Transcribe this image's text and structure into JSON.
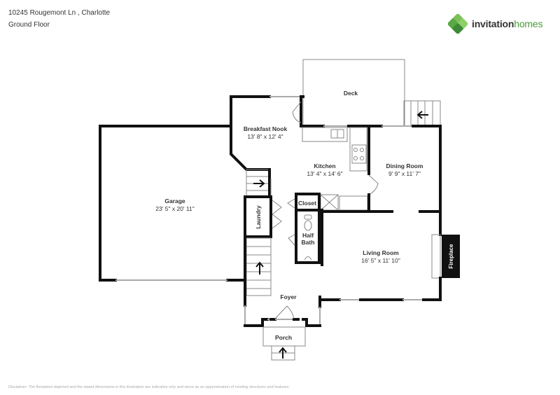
{
  "header": {
    "address": "10245 Rougemont Ln , Charlotte",
    "floor": "Ground Floor"
  },
  "brand": {
    "name_part1": "invitation",
    "name_part2": "homes",
    "icon": "green-clover-logo-icon",
    "colors": {
      "dark_green": "#3d8a35",
      "light_green": "#7cc05a",
      "text": "#333333"
    }
  },
  "rooms": {
    "deck": {
      "name": "Deck"
    },
    "breakfast_nook": {
      "name": "Breakfast Nook",
      "dims": "13' 8\" x 12' 4\""
    },
    "kitchen": {
      "name": "Kitchen",
      "dims": "13' 4\" x 14' 6\""
    },
    "dining_room": {
      "name": "Dining Room",
      "dims": "9' 9\" x 11' 7\""
    },
    "garage": {
      "name": "Garage",
      "dims": "23' 5\" x 20' 11\""
    },
    "laundry": {
      "name": "Laundry"
    },
    "closet": {
      "name": "Closet"
    },
    "half_bath": {
      "name_line1": "Half",
      "name_line2": "Bath"
    },
    "living_room": {
      "name": "Living Room",
      "dims": "16' 5\" x 11' 10\""
    },
    "fireplace": {
      "name": "Fireplace"
    },
    "foyer": {
      "name": "Foyer"
    },
    "porch": {
      "name": "Porch"
    }
  },
  "disclaimer": "Disclaimer: The floorplans depicted and the stated dimensions in this illustration are indicative only and serve as an approximation of existing structures and features."
}
